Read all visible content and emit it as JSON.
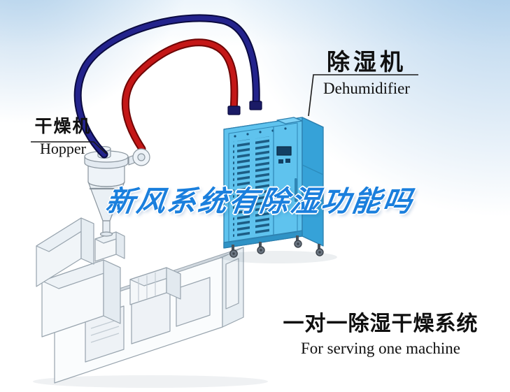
{
  "watermark": {
    "text": "新风系统有除湿功能吗",
    "color": "#1a7fdd"
  },
  "labels": {
    "dehumidifier": {
      "cn": "除湿机",
      "en": "Dehumidifier"
    },
    "hopper": {
      "cn": "干燥机",
      "en": "Hopper"
    }
  },
  "caption": {
    "cn": "一对一除湿干燥系统",
    "en": "For serving one machine"
  },
  "colors": {
    "pipe_red": "#c41717",
    "pipe_navy": "#23238c",
    "dehumidifier_front": "#5fc3ee",
    "dehumidifier_side": "#36a2d8",
    "dehumidifier_top": "#90dbfa",
    "watermark_blue": "#1a7fdd"
  }
}
